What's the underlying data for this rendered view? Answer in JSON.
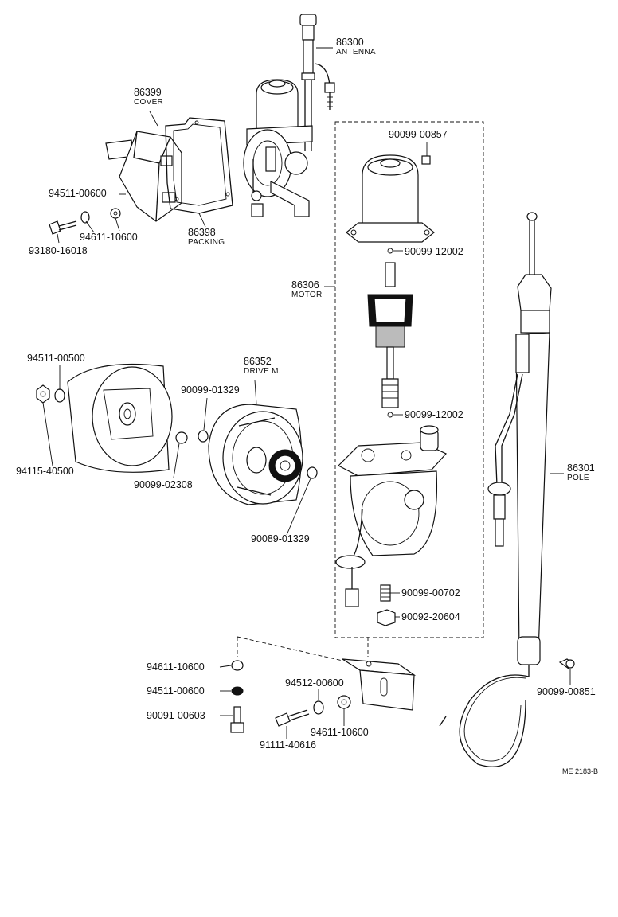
{
  "diagram_code": "ME 2183-B",
  "assemblies": {
    "antenna": {
      "number": "86300",
      "name": "ANTENNA"
    },
    "cover": {
      "number": "86399",
      "name": "COVER"
    },
    "packing": {
      "number": "86398",
      "name": "PACKING"
    },
    "motor": {
      "number": "86306",
      "name": "MOTOR"
    },
    "drive": {
      "number": "86352",
      "name": "DRIVE M."
    },
    "pole": {
      "number": "86301",
      "name": "POLE"
    }
  },
  "parts": {
    "p1": "94511-00600",
    "p2": "93180-16018",
    "p3": "94611-10600",
    "p4": "90099-00857",
    "p5": "90099-12002",
    "p6": "90099-12002",
    "p7": "94511-00500",
    "p8": "94115-40500",
    "p9": "90099-01329",
    "p10": "90099-02308",
    "p11": "90089-01329",
    "p12": "90099-00702",
    "p13": "90092-20604",
    "p14": "94611-10600",
    "p15": "94511-00600",
    "p16": "90091-00603",
    "p17": "94512-00600",
    "p18": "91111-40616",
    "p19": "94611-10600",
    "p20": "90099-00851"
  }
}
